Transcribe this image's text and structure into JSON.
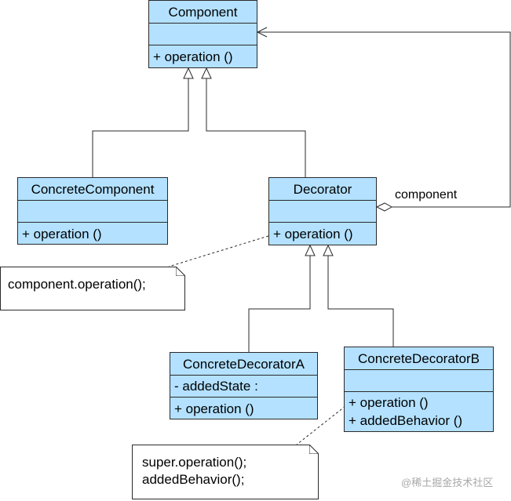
{
  "classes": {
    "component": {
      "name": "Component",
      "attributes": [],
      "operations": [
        "+ operation ()"
      ]
    },
    "concrete_component": {
      "name": "ConcreteComponent",
      "attributes": [],
      "operations": [
        "+ operation ()"
      ]
    },
    "decorator": {
      "name": "Decorator",
      "attributes": [],
      "operations": [
        "+ operation ()"
      ]
    },
    "concrete_decorator_a": {
      "name": "ConcreteDecoratorA",
      "attributes": [
        "- addedState :"
      ],
      "operations": [
        "+ operation ()"
      ]
    },
    "concrete_decorator_b": {
      "name": "ConcreteDecoratorB",
      "attributes": [],
      "operations": [
        "+ operation ()",
        "+ addedBehavior ()"
      ]
    }
  },
  "notes": {
    "decorator_note": [
      "component.operation();"
    ],
    "decorator_b_note": [
      "super.operation();",
      "addedBehavior();"
    ]
  },
  "aggregation_role": "component",
  "watermark": "@稀土掘金技术社区",
  "colors": {
    "class_fill": "#b3e1ff",
    "line": "#2a2a2a"
  }
}
